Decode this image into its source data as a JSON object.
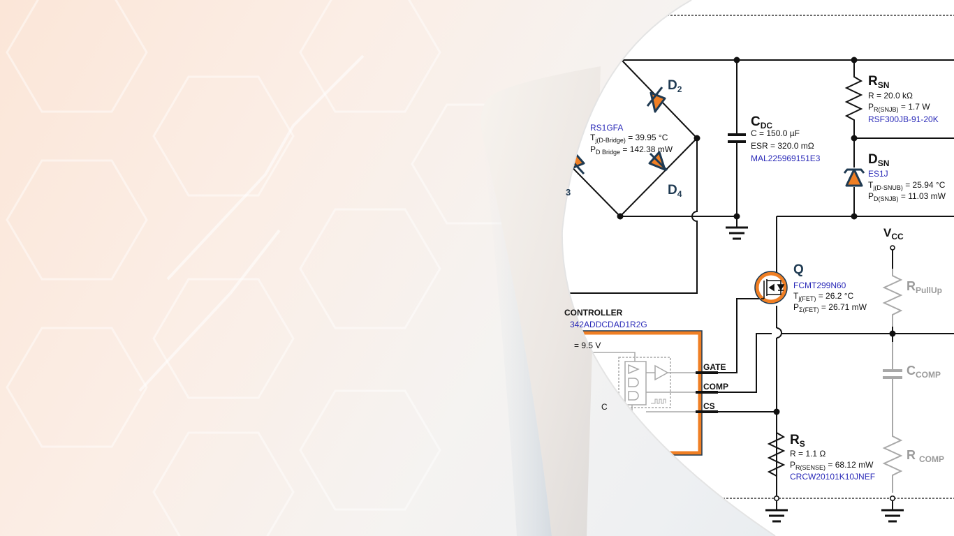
{
  "colors": {
    "accent_orange": "#f07f24",
    "diode_navy": "#1f3a52",
    "part_number_blue": "#2a2ab8",
    "wire_black": "#111111",
    "inactive_gray": "#9a9a9a"
  },
  "schematic": {
    "bridge": {
      "d2_ref": "D",
      "d2_sub": "2",
      "d3_ref_partial": "3",
      "d4_ref": "D",
      "d4_sub": "4",
      "part_number": "RS1GFA",
      "tj_label": "T",
      "tj_sub": "j(D-Bridge)",
      "tj_value": "= 39.95 °C",
      "p_label": "P",
      "p_sub": "D Bridge",
      "p_value": "= 142.38 mW"
    },
    "cdc": {
      "ref": "C",
      "sub": "DC",
      "c_value": "C = 150.0 µF",
      "esr_value": "ESR = 320.0 mΩ",
      "part_number": "MAL225969151E3"
    },
    "rsn": {
      "ref": "R",
      "sub": "SN",
      "r_value": "R = 20.0 kΩ",
      "p_label": "P",
      "p_sub": "R(SNJB)",
      "p_value": "= 1.7 W",
      "part_number": "RSF300JB-91-20K"
    },
    "dsn": {
      "ref": "D",
      "sub": "SN",
      "part_number": "ES1J",
      "tj_label": "T",
      "tj_sub": "j(D-SNUB)",
      "tj_value": "= 25.94 °C",
      "p_label": "P",
      "p_sub": "D(SNJB)",
      "p_value": "= 11.03 mW"
    },
    "q": {
      "ref": "Q",
      "part_number": "FCMT299N60",
      "tj_label": "T",
      "tj_sub": "j(FET)",
      "tj_value": "= 26.2 °C",
      "p_label": "P",
      "p_sub": "Σ(FET)",
      "p_value": "= 26.71 mW"
    },
    "controller": {
      "title_partial": "CONTROLLER",
      "part_number_partial": "342ADDCDAD1R2G",
      "vcc_partial": "= 9.5 V",
      "temp_partial": "C",
      "pins": [
        "GATE",
        "COMP",
        "CS"
      ]
    },
    "rs": {
      "ref": "R",
      "sub": "S",
      "r_value": "R = 1.1 Ω",
      "p_label": "P",
      "p_sub": "R(SENSE)",
      "p_value": "= 68.12 mW",
      "part_number": "CRCW20101K10JNEF"
    },
    "vcc": {
      "ref": "V",
      "sub": "CC"
    },
    "rpullup": {
      "ref": "R",
      "sub": "PullUp"
    },
    "ccomp": {
      "ref": "C",
      "sub": "COMP"
    },
    "rcomp": {
      "ref": "R",
      "sub": "COMP"
    }
  }
}
